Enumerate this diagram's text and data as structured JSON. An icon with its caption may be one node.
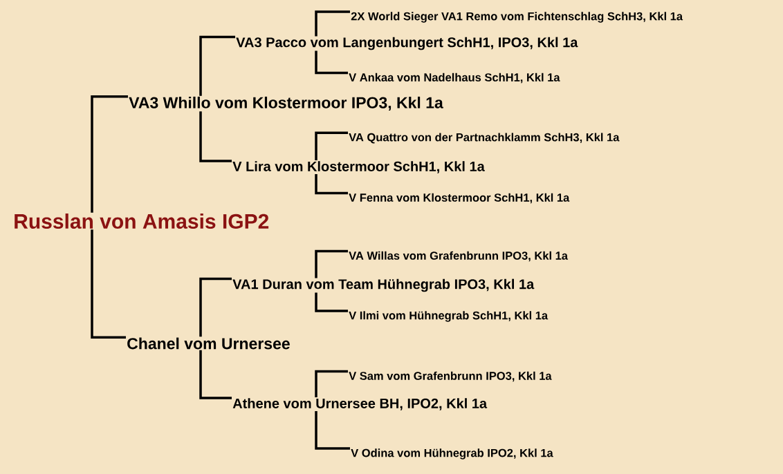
{
  "diagram": {
    "nodes": [
      {
        "text": [
          "Russlan von Amasis  IGP2"
        ]
      },
      {
        "text": [
          "VA3 Whillo vom Klostermoor  IPO3, Kkl 1a"
        ]
      },
      {
        "text": [
          "VA3 Pacco vom Langenbungert  SchH1, IPO3, Kkl 1a"
        ]
      },
      {
        "text": [
          "2X World Sieger VA1 Remo vom Fichtenschlag  SchH3, Kkl 1a"
        ]
      },
      {
        "text": [
          "V Ankaa vom Nadelhaus  SchH1, Kkl 1a"
        ]
      },
      {
        "text": [
          "V Lira vom Klostermoor  SchH1, Kkl 1a"
        ]
      },
      {
        "text": [
          "VA Quattro von der Partnachklamm  SchH3, Kkl 1a"
        ]
      },
      {
        "text": [
          "V Fenna vom Klostermoor  SchH1, Kkl 1a"
        ]
      },
      {
        "text": [
          "Chanel vom Urnersee"
        ]
      },
      {
        "text": [
          "VA1 Duran vom Team Hühnegrab  IPO3, Kkl 1a"
        ]
      },
      {
        "text": [
          "VA Willas vom Grafenbrunn  IPO3, Kkl 1a"
        ]
      },
      {
        "text": [
          "V Ilmi vom Hühnegrab  SchH1, Kkl 1a"
        ]
      },
      {
        "text": [
          "Athene vom Urnersee  BH, IPO2, Kkl 1a"
        ]
      },
      {
        "text": [
          "V Sam vom Grafenbrunn  IPO3, Kkl 1a"
        ]
      },
      {
        "text": [
          "V Odina vom Hühnegrab  IPO2, Kkl 1a"
        ]
      }
    ],
    "edges": [
      {
        "from": 0,
        "to": 1,
        "arrow": "none"
      },
      {
        "from": 0,
        "to": 8,
        "arrow": "none"
      },
      {
        "from": 1,
        "to": 2,
        "arrow": "none"
      },
      {
        "from": 1,
        "to": 5,
        "arrow": "none"
      },
      {
        "from": 2,
        "to": 3,
        "arrow": "none"
      },
      {
        "from": 2,
        "to": 4,
        "arrow": "none"
      },
      {
        "from": 5,
        "to": 6,
        "arrow": "none"
      },
      {
        "from": 5,
        "to": 7,
        "arrow": "none"
      },
      {
        "from": 8,
        "to": 9,
        "arrow": "none"
      },
      {
        "from": 8,
        "to": 12,
        "arrow": "none"
      },
      {
        "from": 9,
        "to": 10,
        "arrow": "none"
      },
      {
        "from": 9,
        "to": 11,
        "arrow": "none"
      },
      {
        "from": 12,
        "to": 13,
        "arrow": "none"
      },
      {
        "from": 12,
        "to": 14,
        "arrow": "none"
      }
    ]
  }
}
